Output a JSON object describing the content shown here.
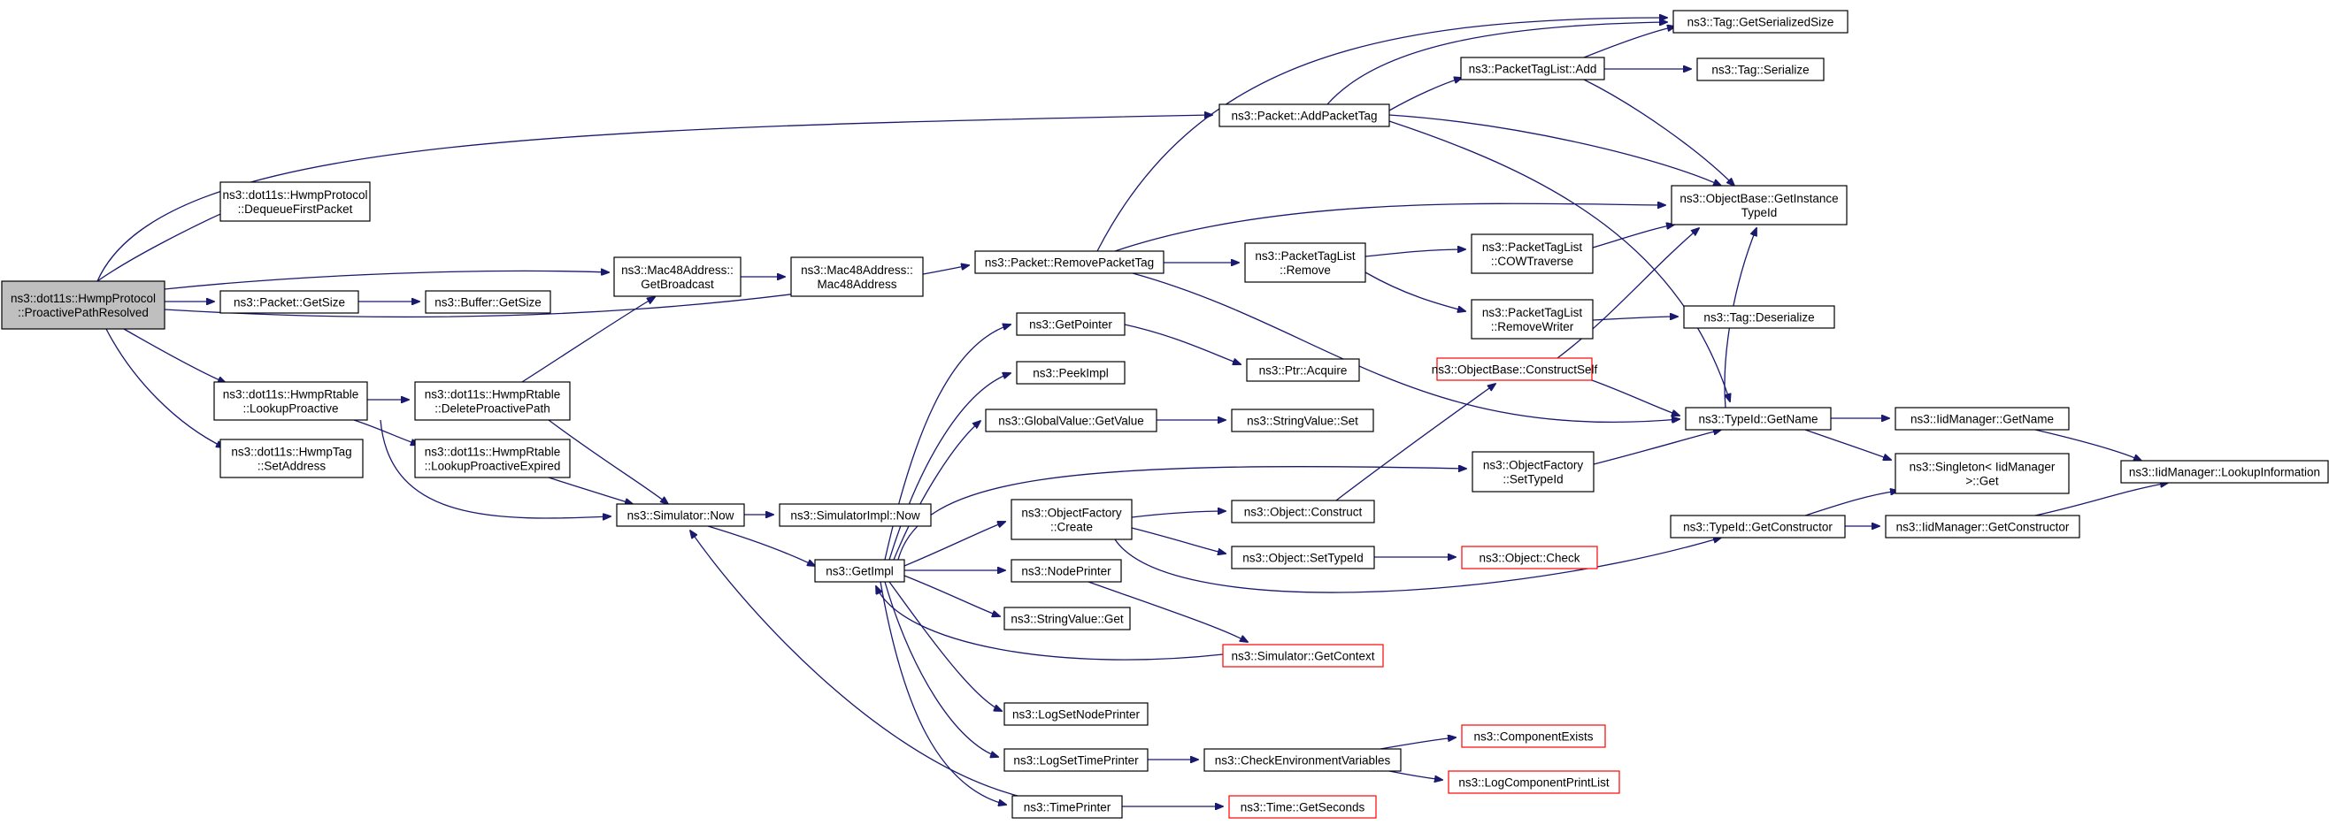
{
  "graph": {
    "title": "",
    "colors": {
      "edge": "#191970",
      "root_fill": "#bfbfbf",
      "node_border": "#000000",
      "truncated_border": "#ff0000"
    },
    "nodes": [
      {
        "id": "root",
        "lines": [
          "ns3::dot11s::HwmpProtocol",
          "::ProactivePathResolved"
        ],
        "kind": "root"
      },
      {
        "id": "dequeue",
        "lines": [
          "ns3::dot11s::HwmpProtocol",
          "::DequeueFirstPacket"
        ]
      },
      {
        "id": "pktGetSize",
        "lines": [
          "ns3::Packet::GetSize"
        ]
      },
      {
        "id": "bufGetSize",
        "lines": [
          "ns3::Buffer::GetSize"
        ]
      },
      {
        "id": "lookupProactive",
        "lines": [
          "ns3::dot11s::HwmpRtable",
          "::LookupProactive"
        ]
      },
      {
        "id": "hwmpTagSetAddr",
        "lines": [
          "ns3::dot11s::HwmpTag",
          "::SetAddress"
        ]
      },
      {
        "id": "delProactive",
        "lines": [
          "ns3::dot11s::HwmpRtable",
          "::DeleteProactivePath"
        ]
      },
      {
        "id": "lookupExpired",
        "lines": [
          "ns3::dot11s::HwmpRtable",
          "::LookupProactiveExpired"
        ]
      },
      {
        "id": "getBroadcast",
        "lines": [
          "ns3::Mac48Address::",
          "GetBroadcast"
        ]
      },
      {
        "id": "mac48ctor",
        "lines": [
          "ns3::Mac48Address::",
          "Mac48Address"
        ]
      },
      {
        "id": "simNow",
        "lines": [
          "ns3::Simulator::Now"
        ]
      },
      {
        "id": "simImplNow",
        "lines": [
          "ns3::SimulatorImpl::Now"
        ]
      },
      {
        "id": "getImpl",
        "lines": [
          "ns3::GetImpl"
        ]
      },
      {
        "id": "addPacketTag",
        "lines": [
          "ns3::Packet::AddPacketTag"
        ]
      },
      {
        "id": "removePacketTag",
        "lines": [
          "ns3::Packet::RemovePacketTag"
        ]
      },
      {
        "id": "ptlAdd",
        "lines": [
          "ns3::PacketTagList::Add"
        ]
      },
      {
        "id": "tagSerSize",
        "lines": [
          "ns3::Tag::GetSerializedSize"
        ]
      },
      {
        "id": "tagSerialize",
        "lines": [
          "ns3::Tag::Serialize"
        ]
      },
      {
        "id": "objBaseGetInst",
        "lines": [
          "ns3::ObjectBase::GetInstance",
          "TypeId"
        ]
      },
      {
        "id": "ptlRemove",
        "lines": [
          "ns3::PacketTagList",
          "::Remove"
        ]
      },
      {
        "id": "ptlCow",
        "lines": [
          "ns3::PacketTagList",
          "::COWTraverse"
        ]
      },
      {
        "id": "ptlRemoveWriter",
        "lines": [
          "ns3::PacketTagList",
          "::RemoveWriter"
        ]
      },
      {
        "id": "tagDeserialize",
        "lines": [
          "ns3::Tag::Deserialize"
        ]
      },
      {
        "id": "getPointer",
        "lines": [
          "ns3::GetPointer"
        ]
      },
      {
        "id": "peekImpl",
        "lines": [
          "ns3::PeekImpl"
        ]
      },
      {
        "id": "ptrAcquire",
        "lines": [
          "ns3::Ptr::Acquire"
        ]
      },
      {
        "id": "gvGetValue",
        "lines": [
          "ns3::GlobalValue::GetValue"
        ]
      },
      {
        "id": "svSet",
        "lines": [
          "ns3::StringValue::Set"
        ]
      },
      {
        "id": "objBaseConstructSelf",
        "lines": [
          "ns3::ObjectBase::ConstructSelf"
        ],
        "kind": "trunc"
      },
      {
        "id": "typeIdGetName",
        "lines": [
          "ns3::TypeId::GetName"
        ]
      },
      {
        "id": "iidGetName",
        "lines": [
          "ns3::IidManager::GetName"
        ]
      },
      {
        "id": "singletonGet",
        "lines": [
          "ns3::Singleton< IidManager",
          ">::Get"
        ]
      },
      {
        "id": "iidLookup",
        "lines": [
          "ns3::IidManager::LookupInformation"
        ]
      },
      {
        "id": "ofSetTypeId",
        "lines": [
          "ns3::ObjectFactory",
          "::SetTypeId"
        ]
      },
      {
        "id": "ofCreate",
        "lines": [
          "ns3::ObjectFactory",
          "::Create"
        ]
      },
      {
        "id": "objConstruct",
        "lines": [
          "ns3::Object::Construct"
        ]
      },
      {
        "id": "objSetTypeId",
        "lines": [
          "ns3::Object::SetTypeId"
        ]
      },
      {
        "id": "objCheck",
        "lines": [
          "ns3::Object::Check"
        ],
        "kind": "trunc"
      },
      {
        "id": "typeIdGetCtor",
        "lines": [
          "ns3::TypeId::GetConstructor"
        ]
      },
      {
        "id": "iidGetCtor",
        "lines": [
          "ns3::IidManager::GetConstructor"
        ]
      },
      {
        "id": "nodePrinter",
        "lines": [
          "ns3::NodePrinter"
        ]
      },
      {
        "id": "svGet",
        "lines": [
          "ns3::StringValue::Get"
        ]
      },
      {
        "id": "simGetContext",
        "lines": [
          "ns3::Simulator::GetContext"
        ],
        "kind": "trunc"
      },
      {
        "id": "logSetNode",
        "lines": [
          "ns3::LogSetNodePrinter"
        ]
      },
      {
        "id": "logSetTime",
        "lines": [
          "ns3::LogSetTimePrinter"
        ]
      },
      {
        "id": "checkEnv",
        "lines": [
          "ns3::CheckEnvironmentVariables"
        ]
      },
      {
        "id": "compExists",
        "lines": [
          "ns3::ComponentExists"
        ],
        "kind": "trunc"
      },
      {
        "id": "logCompPrint",
        "lines": [
          "ns3::LogComponentPrintList"
        ],
        "kind": "trunc"
      },
      {
        "id": "timePrinter",
        "lines": [
          "ns3::TimePrinter"
        ]
      },
      {
        "id": "timeGetSeconds",
        "lines": [
          "ns3::Time::GetSeconds"
        ],
        "kind": "trunc"
      }
    ]
  }
}
